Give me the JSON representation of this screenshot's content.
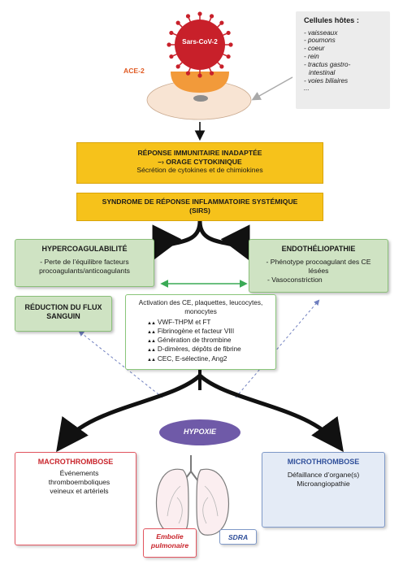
{
  "virus": {
    "label": "Sars-CoV-2",
    "receptor_label": "ACE-2"
  },
  "host_cells": {
    "title": "Cellules hôtes :",
    "items": [
      "- vaisseaux",
      "- poumons",
      "- coeur",
      "- rein",
      "- tractus gastro-",
      "intestinal",
      "- voies biliaires",
      "..."
    ]
  },
  "immune_response": {
    "line1": "RÉPONSE IMMUNITAIRE INADAPTÉE",
    "line2": "–› ORAGE CYTOKINIQUE",
    "line3": "Sécrétion de cytokines et de chimiokines"
  },
  "sirs": {
    "line1": "SYNDROME DE RÉPONSE INFLAMMATOIRE SYSTÉMIQUE",
    "line2": "(SIRS)"
  },
  "hypercoag": {
    "title": "HYPERCOAGULABILITÉ",
    "text": "- Perte de l’équilibre facteurs procoagulants/anticoagulants"
  },
  "endothelio": {
    "title": "ENDOTHÉLIOPATHIE",
    "line1": "- Phénotype procoagulant des CE lésées",
    "line2": "- Vasoconstriction"
  },
  "flux": {
    "title": "RÉDUCTION DU FLUX SANGUIN"
  },
  "activation": {
    "intro": "Activation des CE, plaquettes, leucocytes, monocytes",
    "items": [
      "VWF-THPM et FT",
      "Fibrinogène et facteur VIII",
      "Génération de thrombine",
      "D-dimères, dépôts de fibrine",
      "CEC, E-sélectine, Ang2"
    ],
    "arrow_glyph": "🡩🡩"
  },
  "hypoxie": {
    "label": "HYPOXIE"
  },
  "macro": {
    "title": "MACROTHROMBOSE",
    "text": "Événements thromboemboliques veineux et artériels"
  },
  "micro": {
    "title": "MICROTHROMBOSE",
    "line1": "Défaillance d’organe(s)",
    "line2": "Microangiopathie"
  },
  "embolie": {
    "label": "Embolie pulmonaire"
  },
  "sdra": {
    "label": "SDRA"
  },
  "colors": {
    "yellow": "#f6c21b",
    "green": "#cfe3c3",
    "purple": "#6f5aa8",
    "red": "#c9252c",
    "blue": "#2f4f9a",
    "virus_red": "#c8202a",
    "cell_orange": "#f29a3a"
  }
}
